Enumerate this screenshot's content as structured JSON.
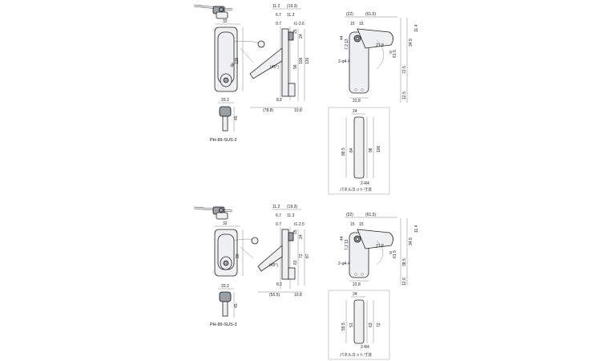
{
  "models": [
    {
      "model_name": "PH-89-SUS-2",
      "front": {
        "width": "32",
        "height": "125",
        "inner": "86"
      },
      "key": {
        "width": "20.2",
        "length": "45"
      },
      "side": {
        "top1": "11.2",
        "top2": "(19.3)",
        "a": "6.7",
        "b": "11.3",
        "c": "0.7",
        "t": "t1-2.6",
        "d": "24",
        "e": "25",
        "f": "106",
        "g": "120",
        "h": "96",
        "i": "8.2",
        "bottom1": "(78.8)",
        "bottom2": "10.8",
        "angle": "(45°)"
      },
      "back": {
        "w1": "(22)",
        "w2": "(61.5)",
        "x1": "15",
        "x2": "15",
        "h1": "11.4",
        "h2": "44",
        "h3": "34.9",
        "h4": "7.2",
        "h5": "13",
        "h6": "21.8",
        "h7": "61.5",
        "h8": "72.5",
        "h9": "12.5",
        "hole": "2-φ4.4",
        "bottom": "22.8",
        "r": "9"
      },
      "cutout": {
        "width": "24",
        "h1": "88.5",
        "h2": "84",
        "h3": "98",
        "h4": "106",
        "radius": "2-R4",
        "label": "パネルカット寸法"
      }
    },
    {
      "model_name": "PH-89-SUS-3",
      "front": {
        "width": "32",
        "height": "90",
        "inner": ""
      },
      "key": {
        "width": "20.2",
        "length": "45"
      },
      "side": {
        "top1": "11.2",
        "top2": "(19.3)",
        "a": "6.7",
        "b": "11.3",
        "c": "0.7",
        "t": "t1-2.5",
        "d": "24",
        "e": "25",
        "f": "72",
        "g": "87",
        "h": "63",
        "i": "8.2",
        "bottom1": "(55.5)",
        "bottom2": "10.8",
        "angle": "(45°)"
      },
      "back": {
        "w1": "(22)",
        "w2": "(61.5)",
        "x1": "15",
        "x2": "15",
        "h1": "11.4",
        "h2": "44",
        "h3": "34.9",
        "h4": "7.2",
        "h5": "13",
        "h6": "21.8",
        "h7": "61.5",
        "h8": "38.5",
        "h9": "12.6",
        "hole": "2-φ4.4",
        "bottom": "22.8",
        "r": "9"
      },
      "cutout": {
        "width": "24",
        "h1": "55.5",
        "h2": "51",
        "h3": "63",
        "h4": "72",
        "radius": "2-R4",
        "label": "パネルカット寸法"
      }
    }
  ]
}
